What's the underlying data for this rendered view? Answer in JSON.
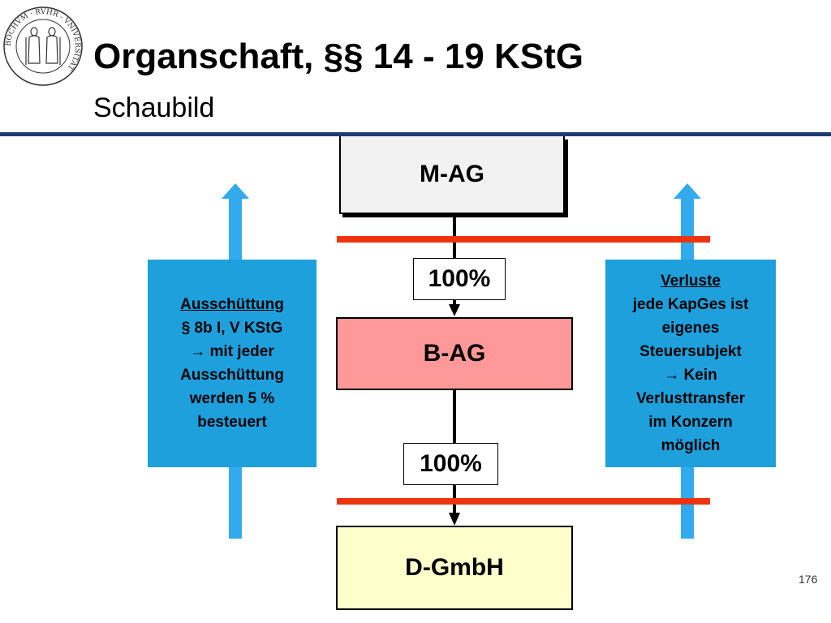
{
  "header": {
    "title": "Organschaft, §§ 14 - 19 KStG",
    "subtitle": "Schaubild",
    "seal_text": "BOCHVM · RVHR - VNIVERSITAT"
  },
  "diagram": {
    "parent": "M-AG",
    "middle": "B-AG",
    "child": "D-GmbH",
    "share_upper": "100%",
    "share_lower": "100%"
  },
  "left_box": {
    "heading": "Ausschüttung",
    "lines": [
      "§ 8b I, V KStG",
      "→ mit jeder",
      "Ausschüttung",
      "werden 5 %",
      "besteuert"
    ]
  },
  "right_box": {
    "heading": "Verluste",
    "lines": [
      "jede KapGes ist",
      "eigenes",
      "Steuersubjekt",
      "→ Kein",
      "Verlusttransfer",
      "im Konzern",
      "möglich"
    ]
  },
  "footer": {
    "page_number": "176"
  },
  "colors": {
    "accent_blue": "#1ea0dc",
    "arrow_blue": "#33aaee",
    "barrier_red": "#ee3311",
    "rule_navy": "#1f3a7a",
    "box_pink": "#ff9999",
    "box_yellow": "#ffffcc"
  }
}
